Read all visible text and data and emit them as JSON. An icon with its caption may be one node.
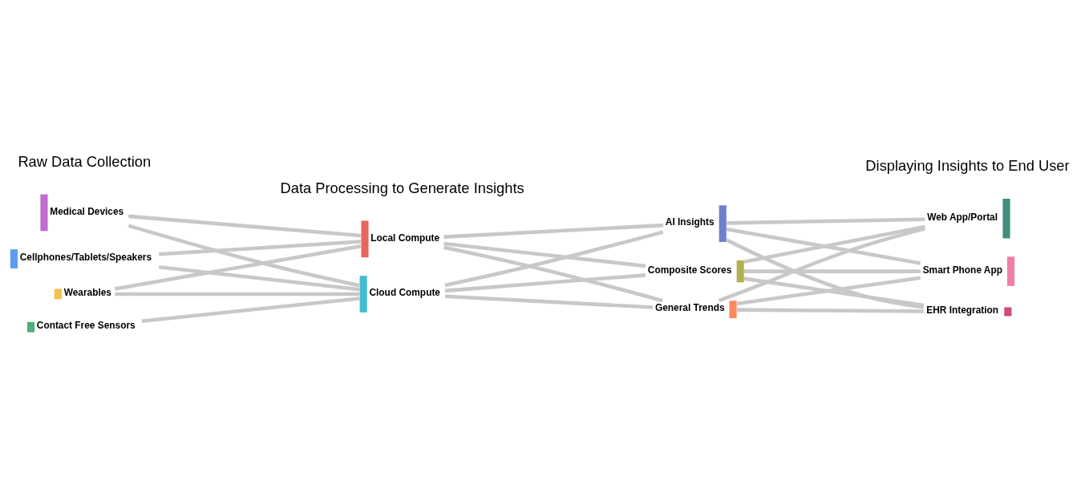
{
  "diagram": {
    "nodes": [
      {
        "text": [
          "Medical Devices"
        ]
      },
      {
        "text": [
          "Cellphones/Tablets/Speakers"
        ]
      },
      {
        "text": [
          "Wearables"
        ]
      },
      {
        "text": [
          "Contact Free Sensors"
        ]
      },
      {
        "text": [
          "Local Compute"
        ]
      },
      {
        "text": [
          "Cloud Compute"
        ]
      },
      {
        "text": [
          "AI Insights"
        ]
      },
      {
        "text": [
          "Composite Scores"
        ]
      },
      {
        "text": [
          "General Trends"
        ]
      },
      {
        "text": [
          "Web App/Portal"
        ]
      },
      {
        "text": [
          "Smart Phone App"
        ]
      },
      {
        "text": [
          "EHR Integration"
        ]
      }
    ],
    "edges": [
      {
        "from": 0,
        "to": 4,
        "arrow": "none"
      },
      {
        "from": 0,
        "to": 5,
        "arrow": "none"
      },
      {
        "from": 1,
        "to": 4,
        "arrow": "none"
      },
      {
        "from": 1,
        "to": 5,
        "arrow": "none"
      },
      {
        "from": 2,
        "to": 4,
        "arrow": "none"
      },
      {
        "from": 2,
        "to": 5,
        "arrow": "none"
      },
      {
        "from": 3,
        "to": 5,
        "arrow": "none"
      },
      {
        "from": 4,
        "to": 6,
        "arrow": "none"
      },
      {
        "from": 4,
        "to": 7,
        "arrow": "none"
      },
      {
        "from": 4,
        "to": 8,
        "arrow": "none"
      },
      {
        "from": 5,
        "to": 6,
        "arrow": "none"
      },
      {
        "from": 5,
        "to": 7,
        "arrow": "none"
      },
      {
        "from": 5,
        "to": 8,
        "arrow": "none"
      },
      {
        "from": 6,
        "to": 9,
        "arrow": "none"
      },
      {
        "from": 6,
        "to": 10,
        "arrow": "none"
      },
      {
        "from": 6,
        "to": 11,
        "arrow": "none"
      },
      {
        "from": 7,
        "to": 9,
        "arrow": "none"
      },
      {
        "from": 7,
        "to": 10,
        "arrow": "none"
      },
      {
        "from": 7,
        "to": 11,
        "arrow": "none"
      },
      {
        "from": 8,
        "to": 9,
        "arrow": "none"
      },
      {
        "from": 8,
        "to": 10,
        "arrow": "none"
      },
      {
        "from": 8,
        "to": 11,
        "arrow": "none"
      }
    ],
    "labels": [
      "Raw Data Collection",
      "Data Processing to Generate Insights",
      "Displaying Insights to End User"
    ]
  }
}
